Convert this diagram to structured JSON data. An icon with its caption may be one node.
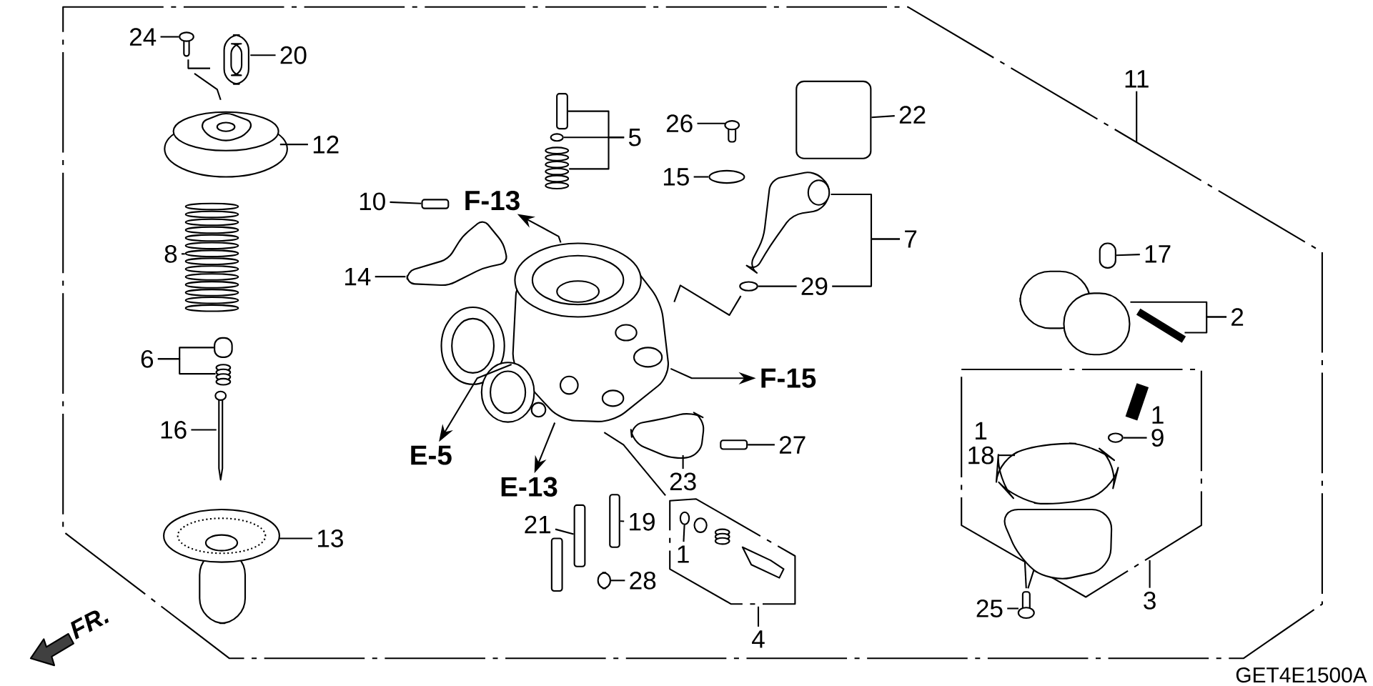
{
  "diagram": {
    "nodes": [
      {
        "text": [
          "24"
        ]
      },
      {
        "text": [
          "20"
        ]
      },
      {
        "text": [
          "12"
        ]
      },
      {
        "text": [
          "8"
        ]
      },
      {
        "text": [
          "6"
        ]
      },
      {
        "text": [
          "16"
        ]
      },
      {
        "text": [
          "13"
        ]
      },
      {
        "text": [
          "10"
        ]
      },
      {
        "text": [
          "F-13"
        ]
      },
      {
        "text": [
          "14"
        ]
      },
      {
        "text": [
          "5"
        ]
      },
      {
        "text": [
          "26"
        ]
      },
      {
        "text": [
          "22"
        ]
      },
      {
        "text": [
          "15"
        ]
      },
      {
        "text": [
          "7"
        ]
      },
      {
        "text": [
          "29"
        ]
      },
      {
        "text": [
          "11"
        ]
      },
      {
        "text": [
          "17"
        ]
      },
      {
        "text": [
          "2"
        ]
      },
      {
        "text": [
          "F-15"
        ]
      },
      {
        "text": [
          "E-5"
        ]
      },
      {
        "text": [
          "27"
        ]
      },
      {
        "text": [
          "9"
        ],
        "in": 65
      },
      {
        "text": [
          "18"
        ],
        "in": 65
      },
      {
        "text": [
          "23"
        ]
      },
      {
        "text": [
          "E-13"
        ]
      },
      {
        "text": [
          "21"
        ]
      },
      {
        "text": [
          "19"
        ]
      },
      {
        "text": [
          "1"
        ],
        "in": 64
      },
      {
        "text": [
          "28"
        ]
      },
      {
        "text": [
          "3"
        ]
      },
      {
        "text": [
          "25"
        ]
      },
      {
        "text": [
          "4"
        ]
      },
      {
        "text": [],
        "shape": "picture"
      },
      {
        "text": [],
        "shape": "picture"
      },
      {
        "text": [],
        "shape": "picture"
      },
      {
        "text": [],
        "shape": "picture"
      },
      {
        "text": [],
        "shape": "box"
      },
      {
        "text": [],
        "shape": "picture"
      },
      {
        "text": [],
        "shape": "picture"
      },
      {
        "text": [],
        "shape": "picture"
      },
      {
        "text": [],
        "shape": "bar"
      },
      {
        "text": [],
        "shape": "picture"
      },
      {
        "text": [],
        "shape": "picture"
      },
      {
        "text": [],
        "shape": "bar"
      },
      {
        "text": [],
        "shape": "circle"
      },
      {
        "text": [],
        "shape": "picture"
      },
      {
        "text": [],
        "shape": "picture"
      },
      {
        "text": [],
        "shape": "box"
      },
      {
        "text": [],
        "shape": "circle"
      },
      {
        "text": [],
        "shape": "picture"
      },
      {
        "text": [],
        "shape": "circle"
      },
      {
        "text": [],
        "shape": "box"
      },
      {
        "text": [],
        "shape": "picture"
      },
      {
        "text": [],
        "shape": "picture"
      },
      {
        "text": [],
        "shape": "circle",
        "in": 65
      },
      {
        "text": [],
        "shape": "picture",
        "in": 65
      },
      {
        "text": [],
        "shape": "picture"
      },
      {
        "text": [],
        "shape": "bar"
      },
      {
        "text": [],
        "shape": "picture"
      },
      {
        "text": [],
        "shape": "bar"
      },
      {
        "text": [],
        "shape": "bar"
      },
      {
        "text": [],
        "shape": "box"
      },
      {
        "text": [],
        "shape": "circle",
        "in": 64
      },
      {
        "text": [],
        "shape": "box"
      },
      {
        "text": [],
        "shape": "box"
      },
      {
        "text": [],
        "shape": "picture",
        "in": 65
      },
      {
        "text": [],
        "shape": "bar"
      }
    ],
    "edges": [
      {
        "from": 0,
        "to": 33,
        "arrow": "none"
      },
      {
        "from": 1,
        "to": 34,
        "arrow": "none"
      },
      {
        "from": 2,
        "to": 35,
        "arrow": "none"
      },
      {
        "from": 3,
        "to": 36,
        "arrow": "none"
      },
      {
        "from": 4,
        "to": 37,
        "arrow": "none"
      },
      {
        "from": 4,
        "to": 38,
        "arrow": "none"
      },
      {
        "from": 5,
        "to": 39,
        "arrow": "none"
      },
      {
        "from": 6,
        "to": 40,
        "arrow": "none"
      },
      {
        "from": 7,
        "to": 41,
        "arrow": "none"
      },
      {
        "from": 43,
        "to": 8,
        "arrow": "to"
      },
      {
        "from": 9,
        "to": 42,
        "arrow": "none"
      },
      {
        "from": 10,
        "to": 44,
        "arrow": "none"
      },
      {
        "from": 10,
        "to": 45,
        "arrow": "none"
      },
      {
        "from": 10,
        "to": 46,
        "arrow": "none"
      },
      {
        "from": 11,
        "to": 47,
        "arrow": "none"
      },
      {
        "from": 12,
        "to": 48,
        "arrow": "none"
      },
      {
        "from": 13,
        "to": 49,
        "arrow": "none"
      },
      {
        "from": 14,
        "to": 50,
        "arrow": "none"
      },
      {
        "from": 14,
        "to": 15,
        "arrow": "none"
      },
      {
        "from": 15,
        "to": 51,
        "arrow": "none"
      },
      {
        "from": 16,
        "to": null,
        "arrow": "none"
      },
      {
        "from": 17,
        "to": 52,
        "arrow": "none"
      },
      {
        "from": 18,
        "to": 53,
        "arrow": "none"
      },
      {
        "from": 18,
        "to": 54,
        "arrow": "none"
      },
      {
        "from": 43,
        "to": 19,
        "arrow": "to"
      },
      {
        "from": 43,
        "to": 20,
        "arrow": "to"
      },
      {
        "from": 21,
        "to": 58,
        "arrow": "none"
      },
      {
        "from": 22,
        "to": 55,
        "arrow": "none"
      },
      {
        "from": 23,
        "to": 56,
        "arrow": "none"
      },
      {
        "from": 43,
        "to": 25,
        "arrow": "to"
      },
      {
        "from": 24,
        "to": 59,
        "arrow": "none"
      },
      {
        "from": 26,
        "to": 60,
        "arrow": "none"
      },
      {
        "from": 27,
        "to": 61,
        "arrow": "none"
      },
      {
        "from": 28,
        "to": 63,
        "arrow": "none"
      },
      {
        "from": 29,
        "to": 62,
        "arrow": "none"
      },
      {
        "from": 30,
        "to": 65,
        "arrow": "none"
      },
      {
        "from": 31,
        "to": 57,
        "arrow": "none"
      },
      {
        "from": 32,
        "to": 64,
        "arrow": "none"
      }
    ],
    "labels": [
      "1",
      "1",
      "FR.",
      "GET4E1500A"
    ]
  }
}
